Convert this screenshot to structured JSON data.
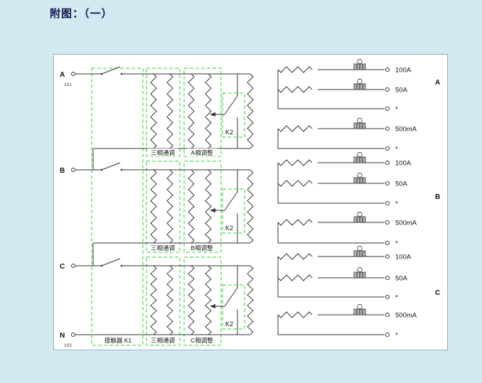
{
  "title": "附图：（一）",
  "schematic": {
    "contactor_box": "接触器 K1",
    "phases": {
      "a": {
        "terminal": "A",
        "terminal_no": "101",
        "common_box": "三相通调",
        "adjust_box": "A相调整",
        "relay": "K2",
        "outputs": [
          "100A",
          "50A",
          "*",
          "500mA",
          "*"
        ],
        "right_label": "A"
      },
      "b": {
        "terminal": "B",
        "common_box": "三相通调",
        "adjust_box": "B相调整",
        "relay": "K2",
        "outputs": [
          "100A",
          "50A",
          "*",
          "500mA",
          "*"
        ],
        "right_label": "B"
      },
      "c": {
        "terminal": "C",
        "common_box": "三相通调",
        "adjust_box": "C相调整",
        "relay": "K2",
        "outputs": [
          "100A",
          "50A",
          "*",
          "500mA",
          "*"
        ],
        "right_label": "C"
      }
    },
    "neutral": {
      "terminal": "N",
      "terminal_no": "102"
    }
  },
  "colors": {
    "page_background": "#d2e9f2",
    "panel_background": "#ffffff",
    "wire": "#333333",
    "box_outline_green": "#2ed32e",
    "title_color": "#161650"
  }
}
